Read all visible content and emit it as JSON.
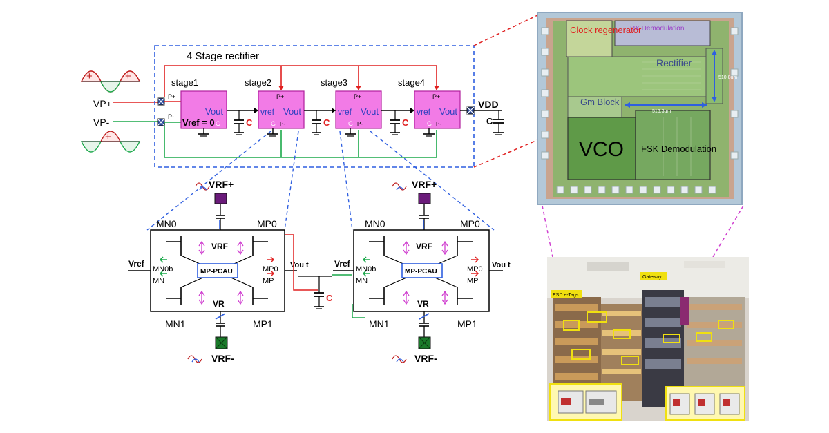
{
  "rectifier": {
    "title": "4 Stage rectifier",
    "stages": [
      {
        "label": "stage1",
        "left_pins": [
          "P+",
          "P-"
        ],
        "left_text": "",
        "right_text": "Vout",
        "bottom_text": "G"
      },
      {
        "label": "stage2",
        "top_pin": "P+",
        "left_text": "vref",
        "right_text": "Vout",
        "bottom_text": "G",
        "bottom_pin": "P-"
      },
      {
        "label": "stage3",
        "top_pin": "P+",
        "left_text": "vref",
        "right_text": "Vout",
        "bottom_text": "G",
        "bottom_pin": "P-"
      },
      {
        "label": "stage4",
        "top_pin": "P+",
        "left_text": "vref",
        "right_text": "Vout",
        "bottom_text": "G",
        "bottom_pin": "P-"
      }
    ],
    "vref_label": "Vref = 0",
    "inputs": [
      "VP+",
      "VP-"
    ],
    "cap_label": "C",
    "output_label": "VDD",
    "output_cap_label": "C"
  },
  "cells": [
    {
      "vrf_top": "VRF+",
      "vrf_bottom": "VRF-",
      "mn0": "MN0",
      "mp0": "MP0",
      "mn1": "MN1",
      "mp1": "MP1",
      "vrf_node_top": "VRF",
      "vrf_node_bottom": "VR",
      "center": "MP-PCAU",
      "mn_side": [
        "MN0b",
        "MN"
      ],
      "mp_side": [
        "MP0",
        "MP"
      ],
      "left_port": "Vref",
      "right_port": "Vou t"
    },
    {
      "vrf_top": "VRF+",
      "vrf_bottom": "VRF-",
      "mn0": "MN0",
      "mp0": "MP0",
      "mn1": "MN1",
      "mp1": "MP1",
      "vrf_node_top": "VRF",
      "vrf_node_bottom": "VR",
      "center": "MP-PCAU",
      "mn_side": [
        "MN0b",
        "MN"
      ],
      "mp_side": [
        "MP0",
        "MP"
      ],
      "left_port": "Vref",
      "right_port": "Vou t"
    }
  ],
  "between_cap": "C",
  "die": {
    "blocks": [
      "Clock regenerator",
      "RX Demodulation",
      "Rectifier",
      "Gm Block",
      "VCO",
      "FSK Demodulation"
    ],
    "dims": [
      "510.8um",
      "516.3um"
    ]
  },
  "photo": {
    "labels": [
      "ESD e-Tags",
      "Gateway"
    ]
  },
  "colors": {
    "stage": "#f27be6",
    "dashed_blue": "#2f5fe0",
    "red_wire": "#e02020",
    "green_wire": "#1aa84a",
    "magenta_dash": "#d040d0",
    "die_bg": "#7fae62"
  }
}
